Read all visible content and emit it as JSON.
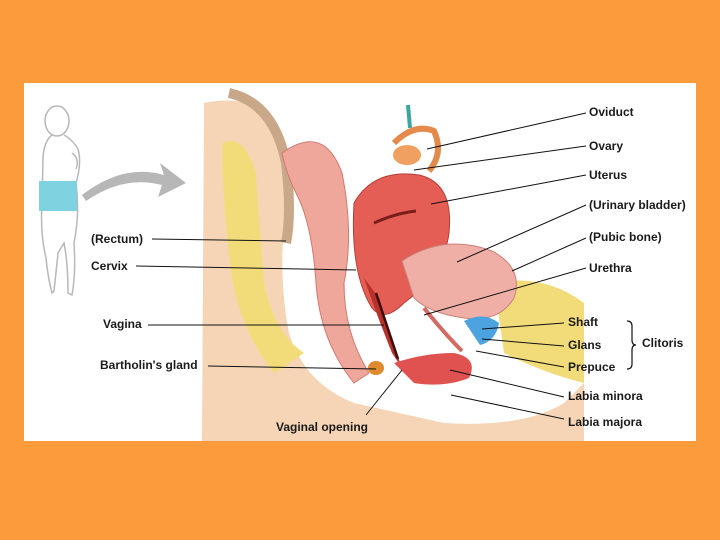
{
  "colors": {
    "background": "#FB9B3C",
    "panel": "#FFFFFF",
    "skin": "#F6D5B6",
    "muscle": "#E45E55",
    "fat": "#F2DC7A",
    "bladder": "#EFAFA6",
    "clitoris_blue": "#4DA3E0",
    "arrow_gray": "#B7B7B7",
    "figure_highlight": "#7FD3E0"
  },
  "icons": [
    "body-outline-figure",
    "curved-arrow"
  ],
  "labels": {
    "oviduct": "Oviduct",
    "ovary": "Ovary",
    "uterus": "Uterus",
    "urinary_bladder": "(Urinary bladder)",
    "pubic_bone": "(Pubic bone)",
    "urethra": "Urethra",
    "rectum": "(Rectum)",
    "cervix": "Cervix",
    "vagina": "Vagina",
    "bartholins_gland": "Bartholin's gland",
    "shaft": "Shaft",
    "glans": "Glans",
    "prepuce": "Prepuce",
    "clitoris": "Clitoris",
    "labia_minora": "Labia minora",
    "labia_majora": "Labia majora",
    "vaginal_opening": "Vaginal opening"
  }
}
